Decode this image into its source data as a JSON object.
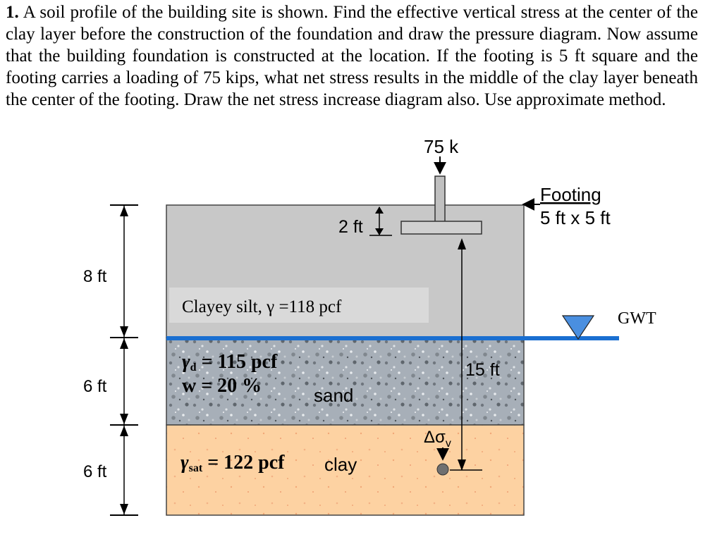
{
  "problem": {
    "number": "1.",
    "text": "A soil profile of the building site is shown. Find the effective vertical stress at the center of the clay layer before the construction of the foundation and draw the pressure diagram. Now assume that the building foundation is constructed at the location. If the footing is 5 ft square and the footing carries a loading of 75 kips, what net stress results in the middle of the clay layer beneath the center of the footing. Draw the net stress increase diagram also. Use approximate method."
  },
  "diagram": {
    "load_label": "75 k",
    "footing_label_line1": "Footing",
    "footing_label_line2": "5 ft x 5 ft",
    "embedment_label": "2 ft",
    "depth_label": "15 ft",
    "gwt_label": "GWT",
    "stress_symbol": "Δσ",
    "stress_subscript": "v",
    "layer_dims": [
      "8 ft",
      "6 ft",
      "6 ft"
    ],
    "layers": {
      "clayey_silt": {
        "name": "Clayey silt, ",
        "gamma_symbol": "γ",
        "value": " =118 pcf"
      },
      "sand": {
        "name": "sand",
        "gamma_symbol": "γ",
        "gamma_sub": "d",
        "gamma_value": " = 115 pcf",
        "w_text": "w = 20 %"
      },
      "clay": {
        "name": "clay",
        "gamma_symbol": "γ",
        "gamma_sub": "sat",
        "gamma_value": " = 122 pcf"
      }
    },
    "colors": {
      "clayey_silt": "#c8c8c8",
      "sand": "#a7afb8",
      "clay": "#fdd2a2",
      "water_line": "#1a6fd1",
      "gwt_triangle": "#4a8fe0"
    }
  }
}
